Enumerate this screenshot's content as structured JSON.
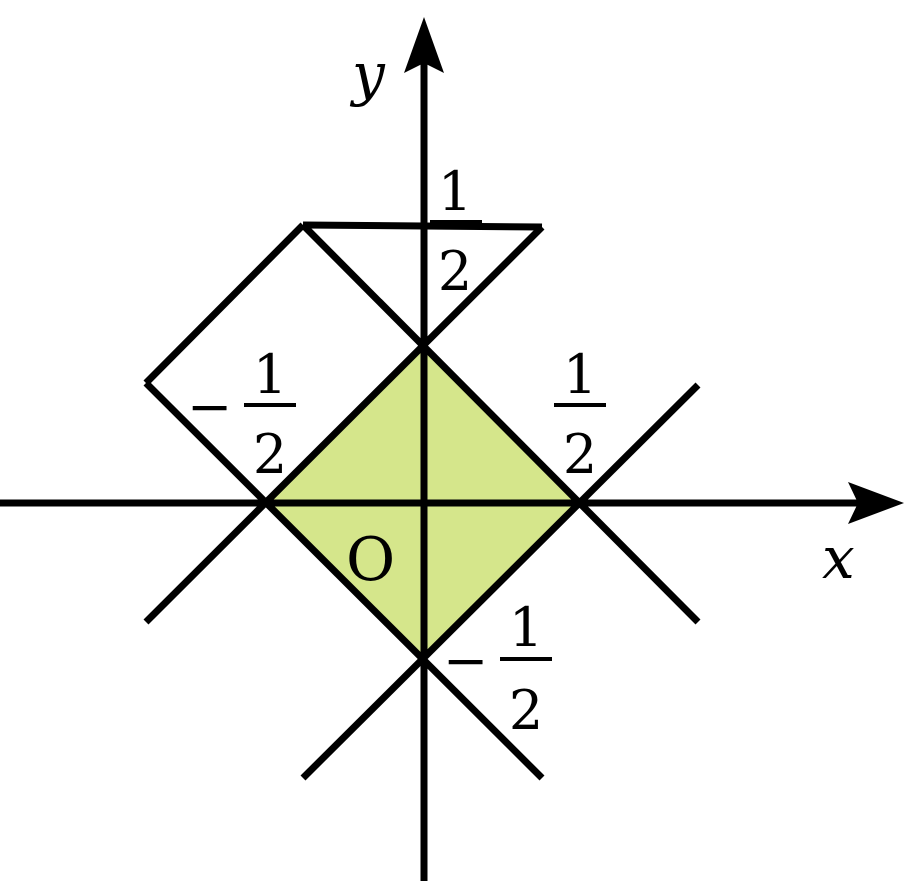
{
  "diagram": {
    "axes": {
      "x_label": "x",
      "y_label": "y",
      "origin_label": "O"
    },
    "intercepts": {
      "top": {
        "sign": "",
        "numerator": "1",
        "denominator": "2"
      },
      "left": {
        "sign": "−",
        "numerator": "1",
        "denominator": "2"
      },
      "right": {
        "sign": "",
        "numerator": "1",
        "denominator": "2"
      },
      "bottom": {
        "sign": "−",
        "numerator": "1",
        "denominator": "2"
      }
    },
    "colors": {
      "region_fill": "#d5e68b",
      "line": "#000000",
      "background": "#ffffff"
    }
  }
}
